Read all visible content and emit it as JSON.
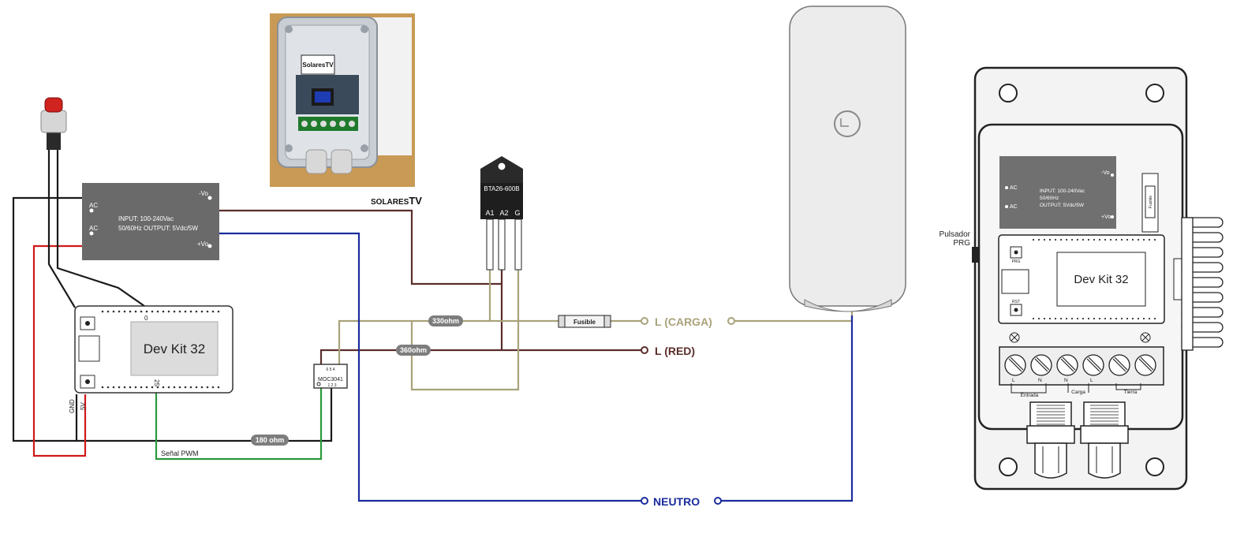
{
  "colors": {
    "brown": "#5a2e2a",
    "olive": "#a9a27a",
    "black": "#1a1a1a",
    "red": "#d01818",
    "blue": "#1a2c9c",
    "green": "#2a9a3a",
    "psu_fill": "#6a6a6a",
    "pill_fill": "#7d7d7d"
  },
  "psu": {
    "ac1": "AC",
    "ac2": "AC",
    "neg": "-Vo",
    "pos": "+Vo",
    "spec_line1": "INPUT: 100-240Vac",
    "spec_line2": "50/60Hz OUTPUT: 5Vdc/5W"
  },
  "devkit": {
    "label": "Dev Kit 32",
    "pin0": "0",
    "pin25": "25",
    "gnd": "GND",
    "v5": "5V"
  },
  "triac": {
    "model": "BTA26-600B",
    "pin_a1": "A1",
    "pin_a2": "A2",
    "pin_g": "G"
  },
  "optocoupler": {
    "model": "MOC3041",
    "pins_top": "6 5 4",
    "pins_bottom": "1 2 3"
  },
  "resistors": {
    "r330": "330ohm",
    "r360": "360ohm",
    "r180": "180 ohm"
  },
  "fuse": "Fusible",
  "signal_label": "Señal PWM",
  "terminals": {
    "carga": "L (CARGA)",
    "red": "L (RED)",
    "neutro": "NEUTRO"
  },
  "brand": {
    "prefix": "SOLARES",
    "suffix": "TV"
  },
  "photo": {
    "sticker": "SolaresTV"
  },
  "enclosure": {
    "psu_ac1": "AC",
    "psu_ac2": "AC",
    "psu_neg": "-Vo",
    "psu_pos": "+Vo",
    "psu_spec1": "INPUT: 100-240Vac",
    "psu_spec2": "50/60Hz",
    "psu_spec3": "OUTPUT: 5Vdc/5W",
    "fuse_label": "Fusible",
    "button_label_1": "Pulsador",
    "button_label_2": "PRG",
    "board_label": "Dev Kit 32",
    "prg": "PRG",
    "rst": "RST",
    "terminal_letters": [
      "L",
      "N",
      "N",
      "L",
      "",
      ""
    ],
    "group_entrada": "Entrada",
    "group_carga": "Carga",
    "group_tierra": "Tierra"
  }
}
